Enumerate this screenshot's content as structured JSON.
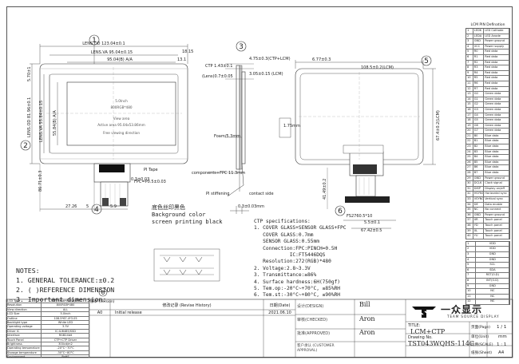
{
  "pin_table": {
    "title": "LCM PIN Defination",
    "pins": [
      [
        "1",
        "LEDK",
        "LED Cathode"
      ],
      [
        "2",
        "LEDA",
        "LED Anode"
      ],
      [
        "3",
        "GND",
        "Power ground"
      ],
      [
        "4",
        "VCC",
        "Power supply"
      ],
      [
        "5",
        "R0",
        "Red data"
      ],
      [
        "6",
        "R1",
        "Red data"
      ],
      [
        "7",
        "R2",
        "Red data"
      ],
      [
        "8",
        "R3",
        "Red data"
      ],
      [
        "9",
        "R4",
        "Red data"
      ],
      [
        "10",
        "R5",
        "Red data"
      ],
      [
        "11",
        "R6",
        "Red data"
      ],
      [
        "12",
        "R7",
        "Red data"
      ],
      [
        "13",
        "G0",
        "Green data"
      ],
      [
        "14",
        "G1",
        "Green data"
      ],
      [
        "15",
        "G2",
        "Green data"
      ],
      [
        "16",
        "G3",
        "Green data"
      ],
      [
        "17",
        "G4",
        "Green data"
      ],
      [
        "18",
        "G5",
        "Green data"
      ],
      [
        "19",
        "G6",
        "Green data"
      ],
      [
        "20",
        "G7",
        "Green data"
      ],
      [
        "21",
        "B0",
        "Blue data"
      ],
      [
        "22",
        "B1",
        "Blue data"
      ],
      [
        "23",
        "B2",
        "Blue data"
      ],
      [
        "24",
        "B3",
        "Blue data"
      ],
      [
        "25",
        "B4",
        "Blue data"
      ],
      [
        "26",
        "B5",
        "Blue data"
      ],
      [
        "27",
        "B6",
        "Blue data"
      ],
      [
        "28",
        "B7",
        "Blue data"
      ],
      [
        "29",
        "GND",
        "Power ground"
      ],
      [
        "30",
        "DCLK",
        "Clock signal"
      ],
      [
        "31",
        "DISP",
        "Display on/off"
      ],
      [
        "32",
        "HSYNC",
        "Horizontal sync"
      ],
      [
        "33",
        "VSYNC",
        "Vertical sync"
      ],
      [
        "34",
        "DE",
        "Data enable"
      ],
      [
        "35",
        "NC",
        "No connect"
      ],
      [
        "36",
        "GND",
        "Power ground"
      ],
      [
        "37",
        "XR",
        "Touch panel"
      ],
      [
        "38",
        "YD",
        "Touch panel"
      ],
      [
        "39",
        "XL",
        "Touch panel"
      ],
      [
        "40",
        "YU",
        "Touch panel"
      ]
    ],
    "ctp_pins": [
      [
        "1",
        "VDD"
      ],
      [
        "2",
        "VDD"
      ],
      [
        "3",
        "GND"
      ],
      [
        "4",
        "GND"
      ],
      [
        "5",
        "SCL"
      ],
      [
        "6",
        "SDA"
      ],
      [
        "7",
        "RST(O.D)"
      ],
      [
        "8",
        "INT(O.D)"
      ],
      [
        "9",
        "GND"
      ],
      [
        "10",
        "NC"
      ],
      [
        "11",
        "NC"
      ],
      [
        "12",
        "NC"
      ]
    ]
  },
  "drawing": {
    "callouts": [
      "1",
      "2",
      "3",
      "4",
      "5",
      "6"
    ],
    "dims_front": [
      "LENS.OD 123.04±0.1",
      "LENS.VA 95.04±0.15",
      "95.04(B) A/A",
      "55.84(B) A/A",
      "LENS.OD 81.96±0.1",
      "LENS.VA 55.84±0.15",
      "5.70±1",
      "86.71±0.3",
      "27.26",
      "5",
      "5.9",
      "18.15",
      "13.1"
    ],
    "dims_side": [
      "CTP 1.43±0.1",
      "(Lens)0.7±0.05",
      "4.75±0.3(CTP+LCM)",
      "3.05±0.15 (LCM)",
      "Foam/5.3mm",
      "components+FPC 11.3mm"
    ],
    "dims_back": [
      "6.77±0.3",
      "108.5±0.2(LCM)",
      "67.4±0.2(LCM)",
      "5.5±0.1",
      "67.42±0.5",
      "FS2760.5*10",
      "41.49±0.2"
    ],
    "front_labels": [
      "5.0Inch",
      "800RGB*480",
      "View area",
      "Active area 95.04x53.86mm",
      "Free viewing direction"
    ],
    "pi_tape": "PI Tape",
    "fpc": "FPC=P0.5±0.03",
    "pi_stiffening": "PI stiffening",
    "contact_side": "contact side",
    "thickness": "0.3±0.03mm",
    "fpc_width": "0.3±0.03",
    "thick_label": "1.75mm",
    "back_color_cn": "底色丝印黑色",
    "back_color_en": "Background color screen printing black"
  },
  "specs": {
    "title": "CTP specifications:",
    "lines": [
      "1. COVER GLASS+SENSOR GLASS+FPC",
      "   COVER GLASS:0.7mm",
      "   SENSOR GLASS:0.55mm",
      "   Connection:FPC:PINCH=0.5H",
      "            IC:FT5446DQS",
      "   Resolution:272(RGB)*480",
      "2. Voltage:2.8~3.3V",
      "3. Transmittance:≥86%",
      "4. Surface hardness:6H(750gf)",
      "5. Tem.op:-20°C~+70°C, ≤85%RH",
      "6. Tem.st:-30°C~+80°C, ≤90%RH"
    ]
  },
  "notes": {
    "title": "NOTES:",
    "lines": [
      "1. GENERAL TOLERANCE:±0.2",
      "2. ( )REFERENCE DIMENSION",
      "3. Important dimension:"
    ],
    "marker": "6"
  },
  "left_table": {
    "rows": [
      [
        "LCD Type",
        "TFT/Transmissive/IPS"
      ],
      [
        "Resolution",
        "800RGB*480"
      ],
      [
        "View direction",
        "ALL"
      ],
      [
        "LCD Size",
        "5.0inch"
      ],
      [
        "Outline",
        "108.5*67.4*3.05"
      ],
      [
        "Backlight type",
        "White LED"
      ],
      [
        "Operating voltage",
        "3.3V"
      ],
      [
        "Driver IC",
        "IC:ILI6485/SSD"
      ],
      [
        "Interface",
        "RGB24bit"
      ],
      [
        "Touch Panel",
        "CTP+CTP Driver"
      ],
      [
        "Brightness",
        "300cd/m2"
      ],
      [
        "Operating temperature",
        "-20°C~70°C"
      ],
      [
        "Storage temperature",
        "-30°C~80°C"
      ],
      [
        "Environment",
        "RoHS"
      ]
    ]
  },
  "revision": {
    "col_ver": "版本 (Version)",
    "col_desc": "修改记录 (Revise History)",
    "col_date": "日期(Date)",
    "ver": "A0",
    "desc": "Initial release",
    "date": "2021.06.10"
  },
  "approvals": [
    {
      "label": "设计(DESIGN)",
      "value": "Bill"
    },
    {
      "label": "审核(CHECKED)",
      "value": "Aron"
    },
    {
      "label": "批准(APPROVED)",
      "value": "Aron"
    },
    {
      "label": "客户承认 (CUSTOMER APPROVAL)",
      "value": ""
    }
  ],
  "company": {
    "logo_cn": "一众显示",
    "logo_en": "TEAM SOURCE DISPLAY"
  },
  "title_block": {
    "title_label": "TITLE:",
    "title": "LCM+CTP",
    "drawing_label": "Drawing No.",
    "drawing_no": "TST043WQHS-114C",
    "page_label": "页面(Page)",
    "page": "1 / 1",
    "unit_label": "单位(Unit)",
    "unit": "mm",
    "scale_label": "比例(SCALE)",
    "scale": "1 : 1",
    "sheet_label": "纸张(Sheet)",
    "sheet": "A4"
  }
}
